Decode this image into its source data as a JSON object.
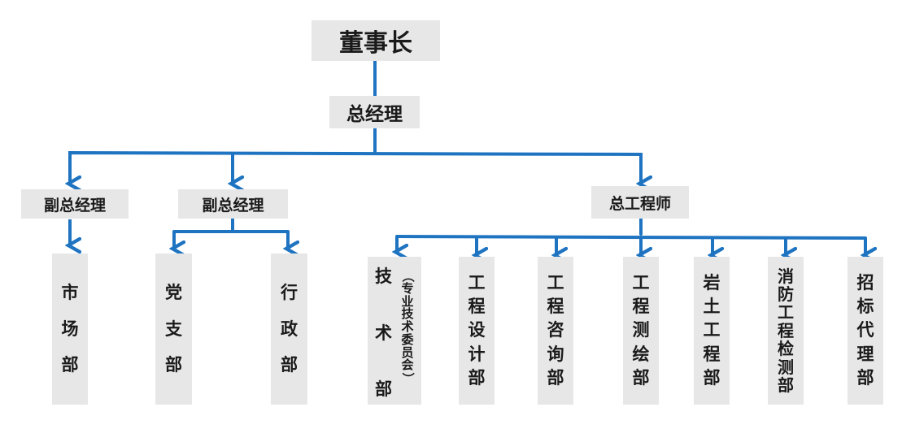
{
  "colors": {
    "box_fill": "#e7e7e7",
    "line": "#1f74c1"
  },
  "chairman": "董事长",
  "general_manager": "总经理",
  "deputy_gm_1": {
    "title": "副总经理",
    "departments": [
      "市场部"
    ]
  },
  "deputy_gm_2": {
    "title": "副总经理",
    "departments": [
      "党支部",
      "行政部"
    ]
  },
  "chief_engineer": {
    "title": "总工程师",
    "departments": [
      {
        "name": "技术部",
        "note": "（专业技术委员会）"
      },
      {
        "name": "工程设计部"
      },
      {
        "name": "工程咨询部"
      },
      {
        "name": "工程测绘部"
      },
      {
        "name": "岩土工程部"
      },
      {
        "name": "消防工程检测部"
      },
      {
        "name": "招标代理部"
      }
    ]
  }
}
